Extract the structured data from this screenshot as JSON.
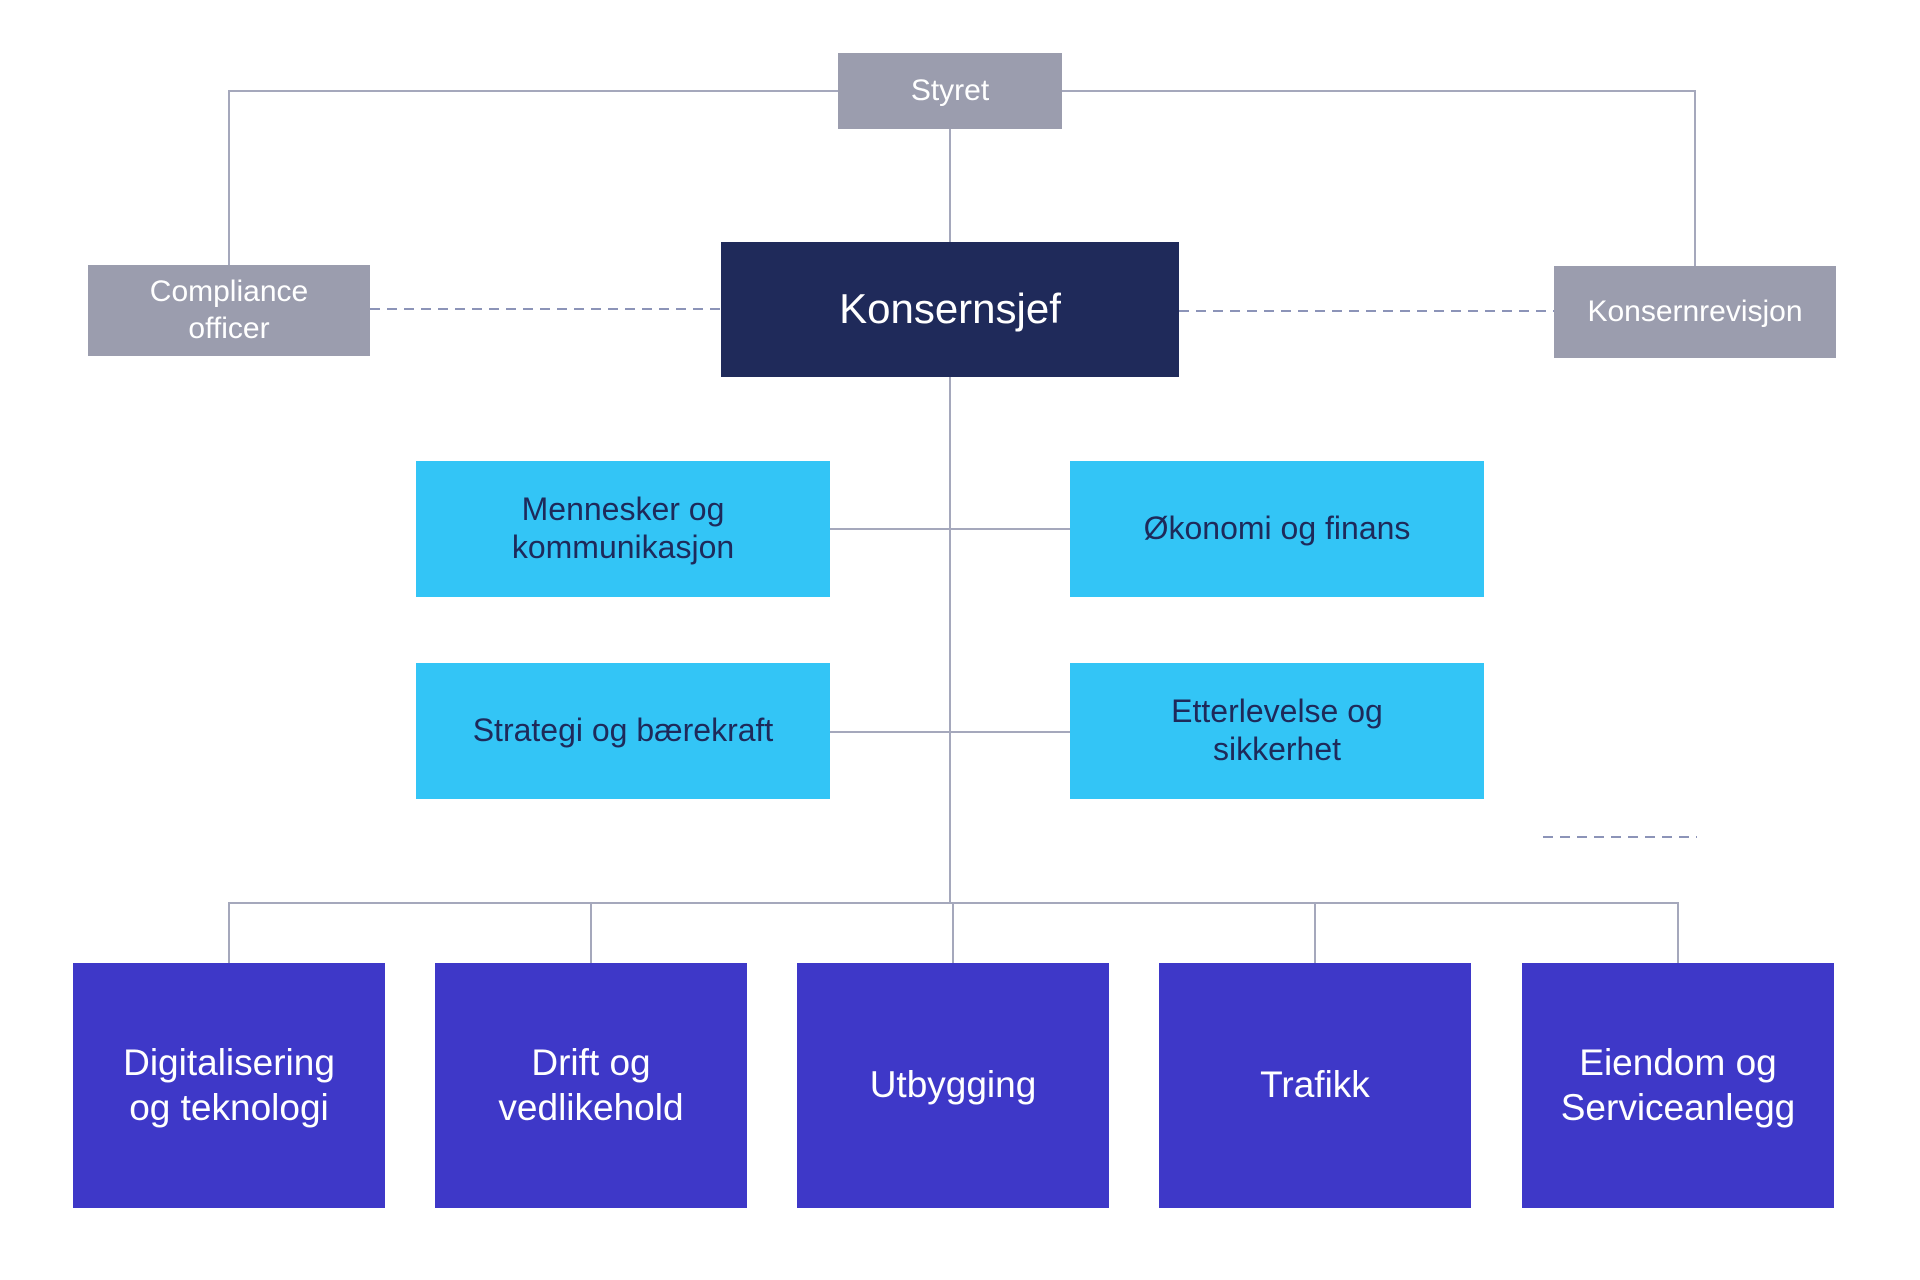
{
  "diagram": {
    "type": "org-chart",
    "nodes": {
      "styret": {
        "label": "Styret",
        "level": "board"
      },
      "compliance": {
        "label": "Compliance officer",
        "level": "board-staff"
      },
      "konsernrevisjon": {
        "label": "Konsernrevisjon",
        "level": "board-staff"
      },
      "konsernsjef": {
        "label": "Konsernsjef",
        "level": "ceo"
      },
      "mennesker": {
        "label": "Mennesker og kommunikasjon",
        "level": "staff"
      },
      "okonomi": {
        "label": "Økonomi og finans",
        "level": "staff"
      },
      "strategi": {
        "label": "Strategi og bærekraft",
        "level": "staff"
      },
      "etterlevelse": {
        "label": "Etterlevelse og sikkerhet",
        "level": "staff"
      },
      "digitalisering": {
        "label": "Digitalisering og teknologi",
        "level": "division"
      },
      "drift": {
        "label": "Drift og vedlikehold",
        "level": "division"
      },
      "utbygging": {
        "label": "Utbygging",
        "level": "division"
      },
      "trafikk": {
        "label": "Trafikk",
        "level": "division"
      },
      "eiendom": {
        "label": "Eiendom og Serviceanlegg",
        "level": "division"
      }
    },
    "colors": {
      "board_gray": "#9B9DAE",
      "ceo_navy": "#1F2A5A",
      "staff_cyan": "#33C5F6",
      "division_purple": "#3E38C8",
      "connector": "#A5A8BC",
      "connector_dashed": "#8C94B8",
      "text_light": "#FFFFFF",
      "text_dark_navy": "#1E2A5A"
    }
  }
}
